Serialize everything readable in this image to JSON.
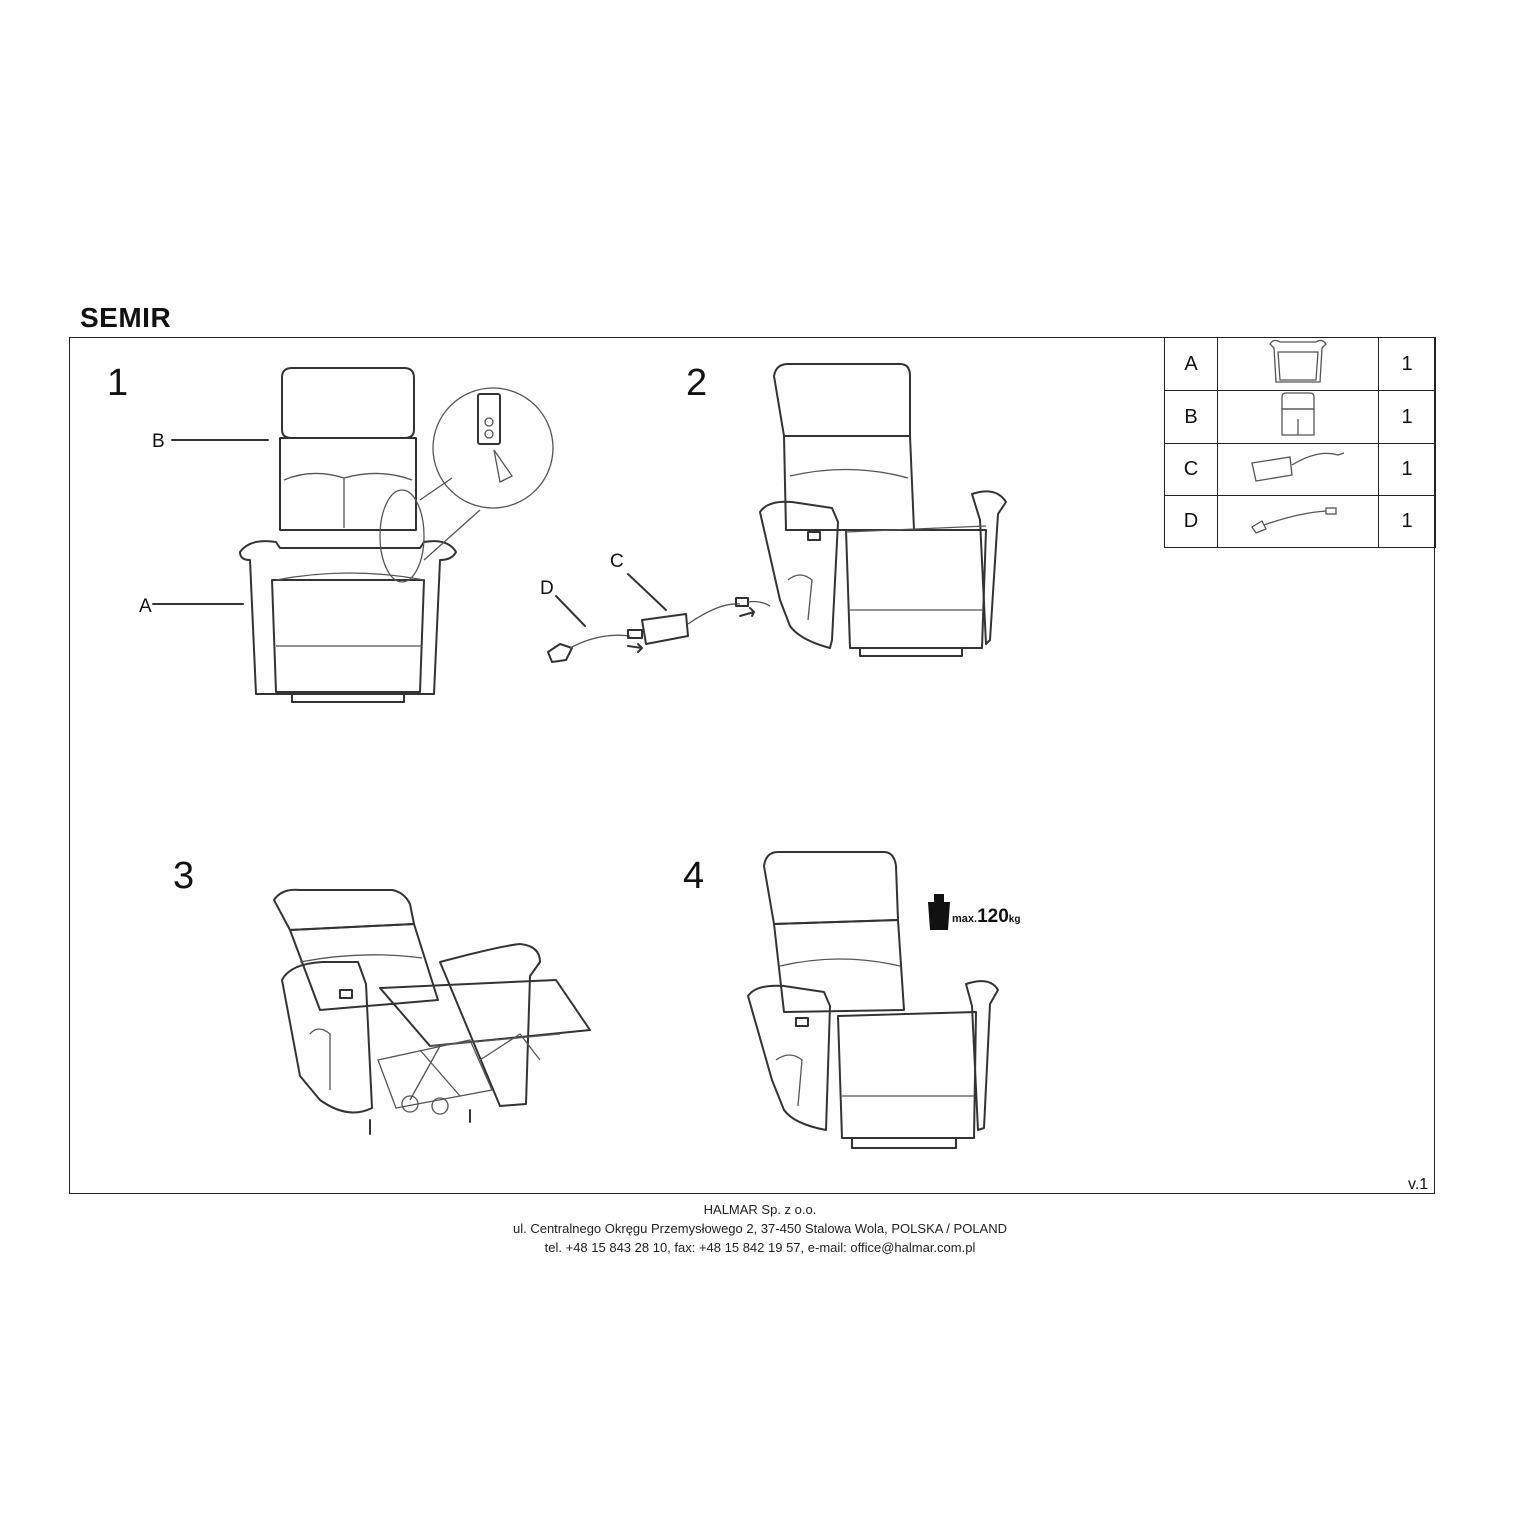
{
  "title": "SEMIR",
  "steps": [
    "1",
    "2",
    "3",
    "4"
  ],
  "labels": {
    "a": "A",
    "b": "B",
    "c": "C",
    "d": "D"
  },
  "parts": [
    {
      "letter": "A",
      "qty": "1",
      "icon": "chair-base-icon"
    },
    {
      "letter": "B",
      "qty": "1",
      "icon": "backrest-icon"
    },
    {
      "letter": "C",
      "qty": "1",
      "icon": "power-adapter-icon"
    },
    {
      "letter": "D",
      "qty": "1",
      "icon": "power-cable-icon"
    }
  ],
  "weight": {
    "prefix": "max.",
    "value": "120",
    "unit": "kg"
  },
  "version": "v.1",
  "footer": {
    "company": "HALMAR Sp. z o.o.",
    "address": "ul. Centralnego Okręgu Przemysłowego 2, 37-450 Stalowa Wola, POLSKA / POLAND",
    "contact": "tel. +48 15 843 28 10, fax: +48 15 842 19 57, e-mail: office@halmar.com.pl"
  }
}
